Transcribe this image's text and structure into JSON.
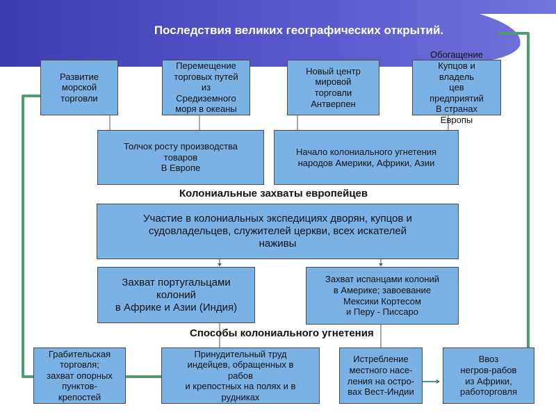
{
  "title": "Последствия великих географических открытий.",
  "colors": {
    "banner": "#5a5ac8",
    "box": "#7ab2e6",
    "frame": "#4f9b73"
  },
  "top_row": [
    "Развитие\nморской\nторговли",
    "Перемещение\n торговых путей\nиз\nСредиземного\nморя в океаны",
    "Новый центр\nмировой\nторговли\nАнтверпен",
    "Обогащение\nКупцов и\nвладель\nцев\nпредприятий\nВ странах\nЕвропы"
  ],
  "second_row": [
    "Толчок росту производства\nтоваров\nВ Европе",
    "Начало колониального угнетения\nнародов Америки, Африки, Азии"
  ],
  "section1_title": "Колониальные захваты европейцев",
  "participation": "Участие в колониальных экспедициях дворян, купцов и\nсудовладельцев, служителей церкви, всех искателей\nнаживы",
  "captures": [
    "Захват португальцами\nколоний\nв Африке и Азии (Индия)",
    "Захват испанцами колоний\nв Америке; завоевание\nМексики Кортесом\nи Перу - Писсаро"
  ],
  "section2_title": "Способы колониального угнетения",
  "methods": [
    "Грабительская\nторговля;\nзахват опорных\nпунктов-\nкрепостей",
    "Принудительный труд\nиндейцев, обращенных в\nрабов\nи крепостных на полях и в\nрудниках",
    "Истребление\nместного насе-\nления на остро-\nвах Вест-Индии",
    "Ввоз\nнегров-рабов\nиз Африки,\nработорговля"
  ]
}
